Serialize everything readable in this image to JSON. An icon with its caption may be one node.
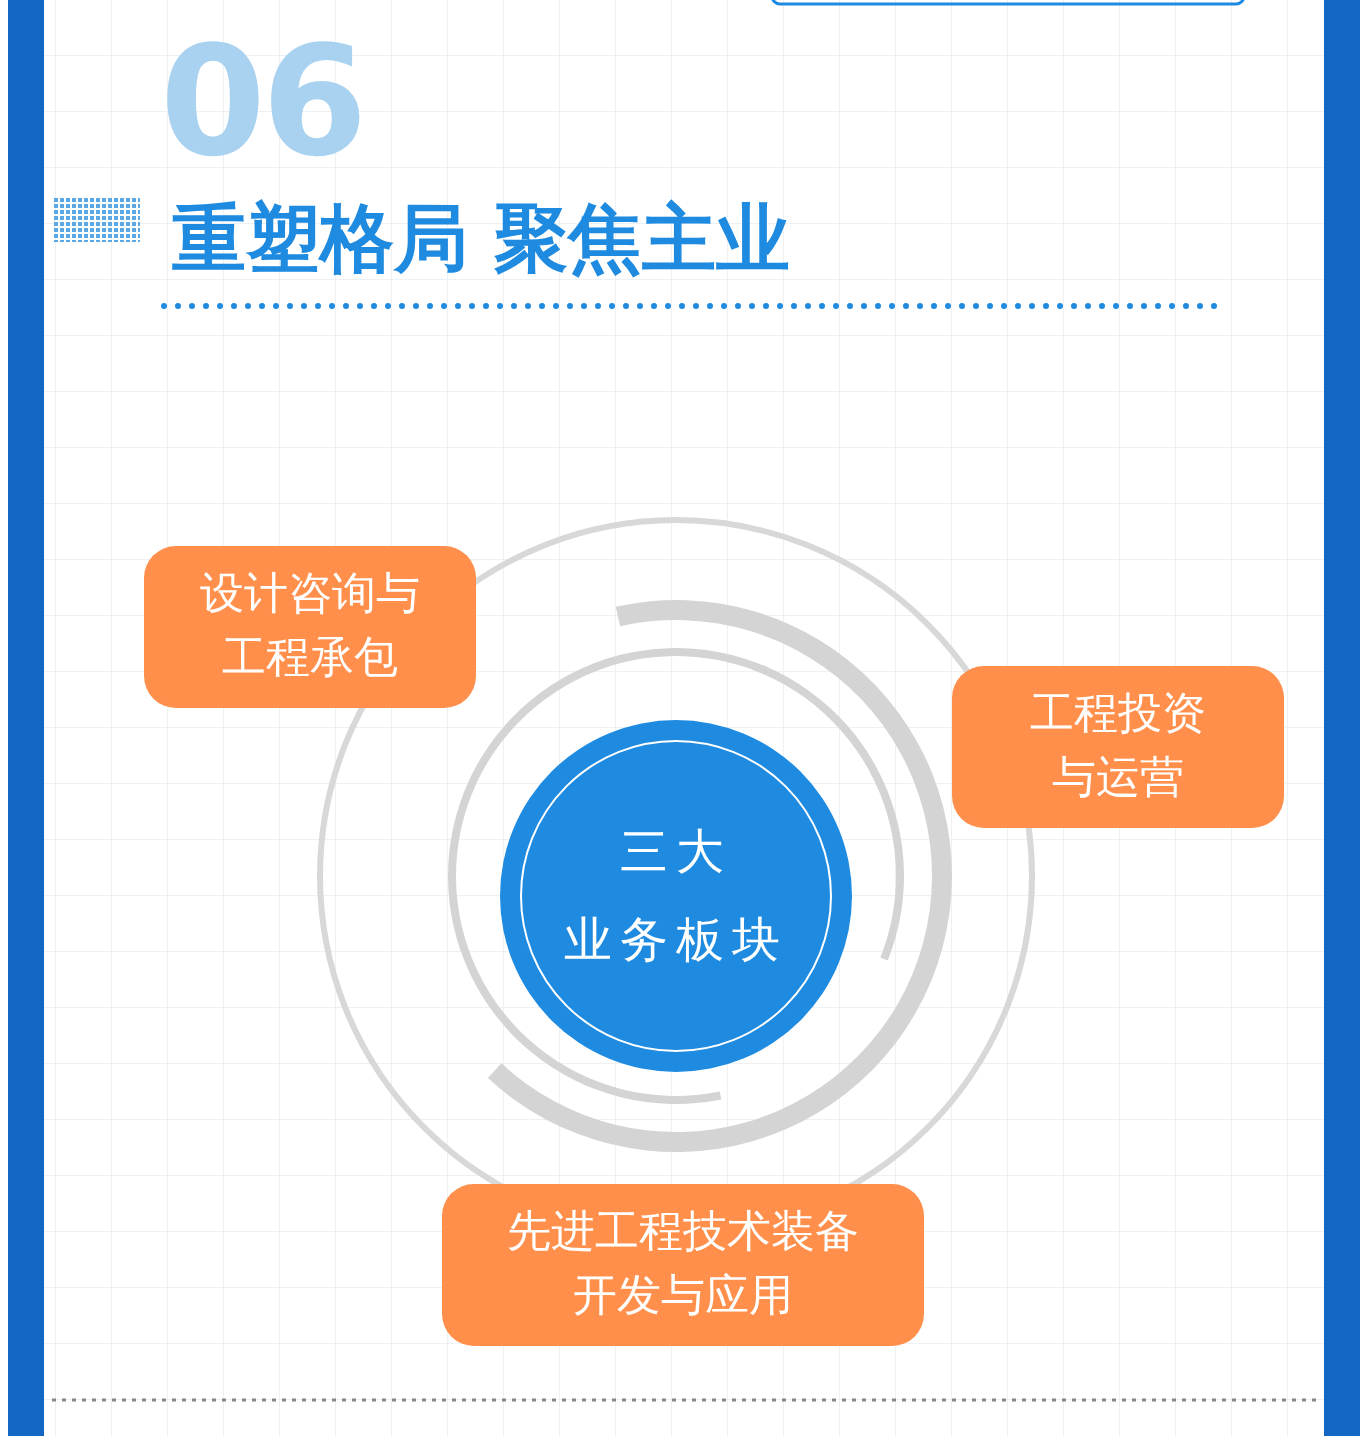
{
  "diagram": {
    "title": "重塑格局 聚焦主业",
    "nodes": [
      {
        "text": [
          "三大",
          "业务板块"
        ]
      },
      {
        "text": [
          "设计咨询与工程承包"
        ]
      },
      {
        "text": [
          "工程投资与运营"
        ]
      },
      {
        "text": [
          "先进工程技术装备开发与应用"
        ]
      }
    ],
    "labels": [
      "06"
    ]
  }
}
